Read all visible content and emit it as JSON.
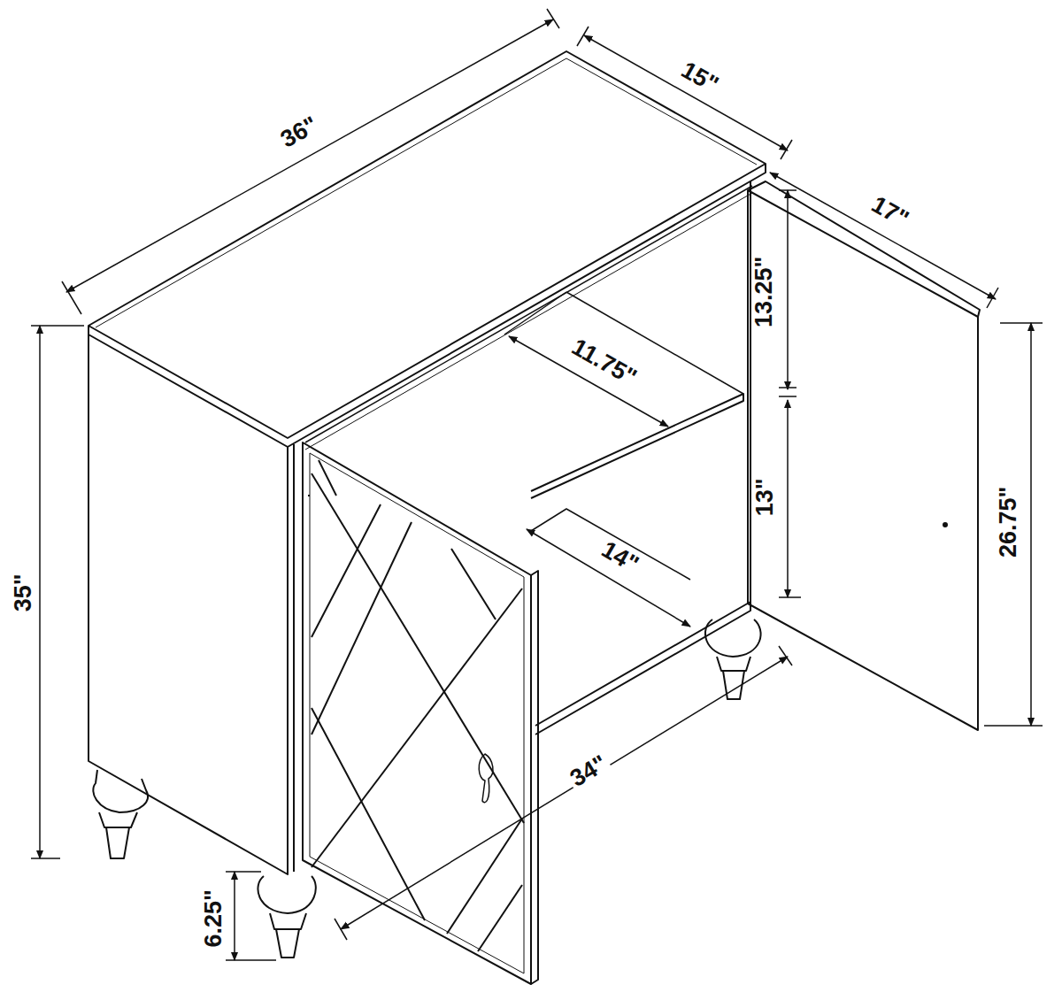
{
  "diagram": {
    "labels": [
      "36\"",
      "15\"",
      "17\"",
      "13.25\"",
      "11.75\"",
      "13\"",
      "26.75\"",
      "14\"",
      "35\"",
      "34\"",
      "6.25\""
    ]
  }
}
